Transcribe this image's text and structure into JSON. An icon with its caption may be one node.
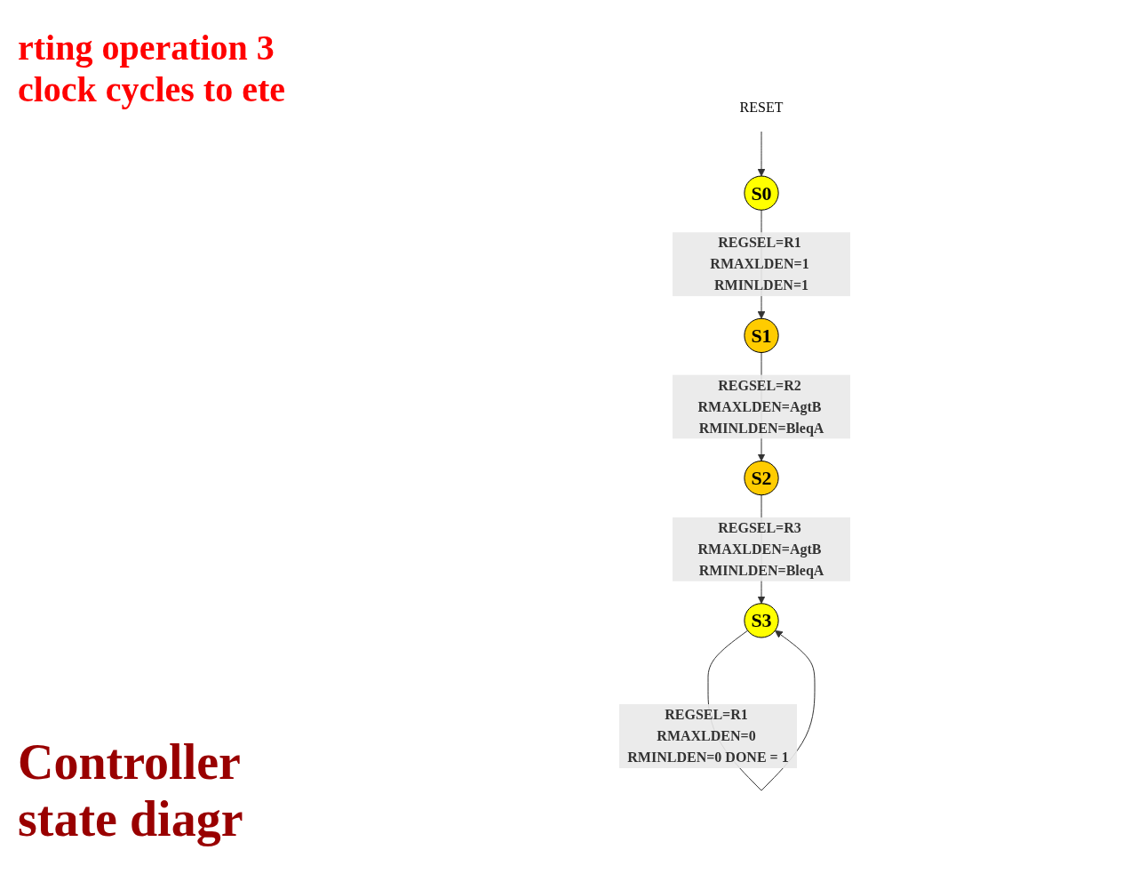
{
  "diagram": {
    "title": "Controller state diagr",
    "nodes": [
      {
        "text": [
          "RESET"
        ]
      },
      {
        "text": [
          "S0"
        ]
      },
      {
        "text": [
          "S1"
        ]
      },
      {
        "text": [
          "S2"
        ]
      },
      {
        "text": [
          "S3"
        ]
      }
    ],
    "edges": [
      {
        "from": 0,
        "to": 1,
        "arrow": "to"
      },
      {
        "from": 1,
        "to": 2,
        "arrow": "to",
        "label": "REGSEL=R1 RMAXLDEN=1 RMINLDEN=1"
      },
      {
        "from": 2,
        "to": 3,
        "arrow": "to",
        "label": "REGSEL=R2 RMAXLDEN=AgtB RMINLDEN=BleqA"
      },
      {
        "from": 3,
        "to": 4,
        "arrow": "to",
        "label": "REGSEL=R3 RMAXLDEN=AgtB RMINLDEN=BleqA"
      },
      {
        "from": 4,
        "to": 4,
        "arrow": "to",
        "label": "REGSEL=R1 RMAXLDEN=0 RMINLDEN=0 DONE = 1"
      }
    ],
    "labels": [
      "rting operation 3 clock cycles to ete"
    ]
  }
}
